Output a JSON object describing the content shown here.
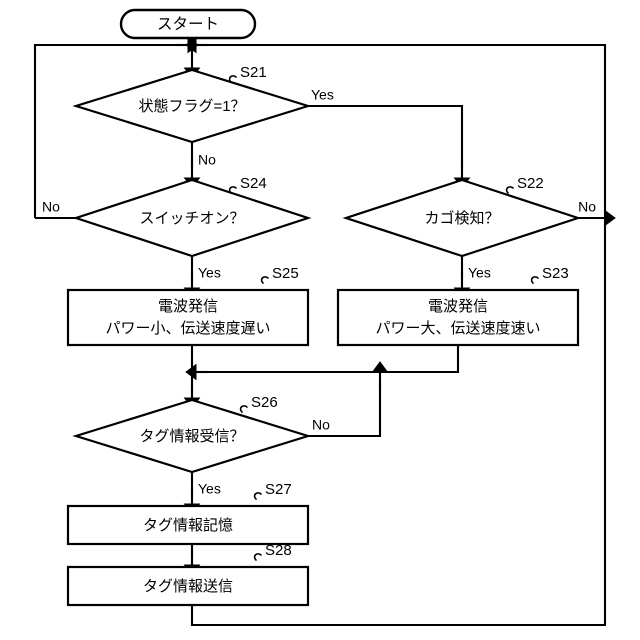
{
  "diagram": {
    "type": "flowchart",
    "language": "ja",
    "title": "",
    "orientation": "top-to-bottom"
  },
  "nodes": {
    "start": {
      "id": "start",
      "shape": "terminator",
      "label": "スタート"
    },
    "s21": {
      "id": "S21",
      "shape": "decision",
      "label": "状態フラグ=1？",
      "step": "S21",
      "yes_label": "Yes",
      "no_label": "No"
    },
    "s22": {
      "id": "S22",
      "shape": "decision",
      "label": "カゴ検知？",
      "step": "S22",
      "yes_label": "Yes",
      "no_label": "No"
    },
    "s23": {
      "id": "S23",
      "shape": "process",
      "label_line1": "電波発信",
      "label_line2": "パワー大、伝送速度速い",
      "step": "S23"
    },
    "s24": {
      "id": "S24",
      "shape": "decision",
      "label": "スイッチオン？",
      "step": "S24",
      "yes_label": "Yes",
      "no_label": "No"
    },
    "s25": {
      "id": "S25",
      "shape": "process",
      "label_line1": "電波発信",
      "label_line2": "パワー小、伝送速度遅い",
      "step": "S25"
    },
    "s26": {
      "id": "S26",
      "shape": "decision",
      "label": "タグ情報受信？",
      "step": "S26",
      "yes_label": "Yes",
      "no_label": "No"
    },
    "s27": {
      "id": "S27",
      "shape": "process",
      "label": "タグ情報記憶",
      "step": "S27"
    },
    "s28": {
      "id": "S28",
      "shape": "process",
      "label": "タグ情報送信",
      "step": "S28"
    }
  },
  "edges": [
    {
      "from": "start",
      "to": "s21",
      "label": ""
    },
    {
      "from": "s21",
      "to": "s22",
      "label": "Yes"
    },
    {
      "from": "s21",
      "to": "s24",
      "label": "No"
    },
    {
      "from": "s22",
      "to": "s23",
      "label": "Yes"
    },
    {
      "from": "s22",
      "to": "loop-right",
      "label": "No"
    },
    {
      "from": "s24",
      "to": "s25",
      "label": "Yes"
    },
    {
      "from": "s24",
      "to": "loop-left",
      "label": "No"
    },
    {
      "from": "s23",
      "to": "merge",
      "label": ""
    },
    {
      "from": "s25",
      "to": "merge",
      "label": ""
    },
    {
      "from": "merge",
      "to": "s26",
      "label": ""
    },
    {
      "from": "s26",
      "to": "s27",
      "label": "Yes"
    },
    {
      "from": "s26",
      "to": "merge",
      "label": "No"
    },
    {
      "from": "s27",
      "to": "s28",
      "label": ""
    },
    {
      "from": "s28",
      "to": "loop-right",
      "label": ""
    }
  ],
  "colors": {
    "stroke": "#000000",
    "fill": "#ffffff",
    "text": "#000000",
    "background": "#ffffff"
  }
}
